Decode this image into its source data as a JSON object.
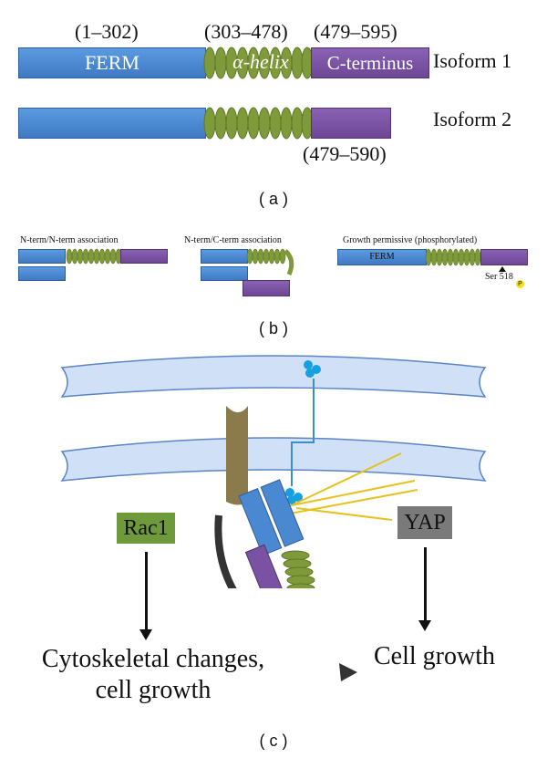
{
  "panel_a": {
    "isoform1": {
      "ranges": [
        "(1–302)",
        "(303–478)",
        "(479–595)"
      ],
      "domains": [
        "FERM",
        "α-helix",
        "C-terminus"
      ],
      "label": "Isoform 1"
    },
    "isoform2": {
      "range_c": "(479–590)",
      "label": "Isoform 2"
    },
    "caption": "( a )"
  },
  "panel_b": {
    "states": [
      {
        "title": "N-term/N-term association"
      },
      {
        "title": "N-term/C-term association"
      },
      {
        "title": "Growth permissive (phosphorylated)",
        "domain": "FERM",
        "site": "Ser 518",
        "phospho": "P"
      }
    ],
    "caption": "( b )"
  },
  "panel_c": {
    "rac1": "Rac1",
    "yap": "YAP",
    "left_outcome_line1": "Cytoskeletal changes,",
    "left_outcome_line2": "cell growth",
    "right_outcome": "Cell growth",
    "caption": "( c )"
  },
  "colors": {
    "ferm_blue": "#4a88d2",
    "helix_green": "#7f9a3a",
    "cterm_purple": "#7a52a3",
    "rac1_green": "#6f9a3b",
    "yap_gray": "#7a7a7a",
    "membrane_blue": "#cfe0f7"
  }
}
